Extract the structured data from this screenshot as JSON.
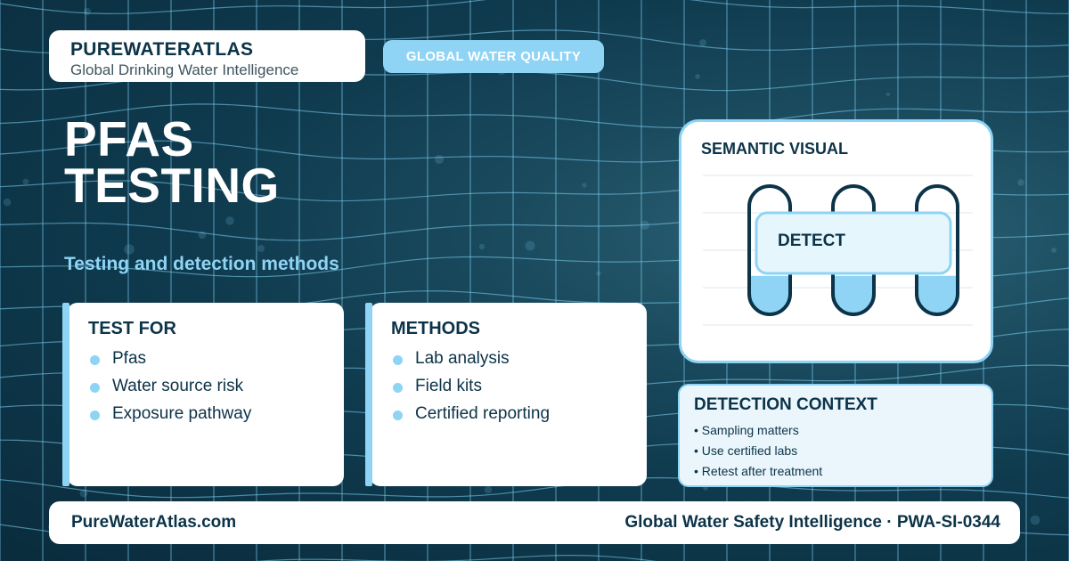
{
  "brand": {
    "name": "PUREWATERATLAS",
    "tagline": "Global Drinking Water Intelligence"
  },
  "badge": "GLOBAL WATER QUALITY",
  "hero": {
    "title_line1": "PFAS",
    "title_line2": "TESTING",
    "subtitle": "Testing and detection methods"
  },
  "cards": {
    "test_for": {
      "title": "TEST FOR",
      "items": [
        "Pfas",
        "Water source risk",
        "Exposure pathway"
      ]
    },
    "methods": {
      "title": "METHODS",
      "items": [
        "Lab analysis",
        "Field kits",
        "Certified reporting"
      ]
    }
  },
  "visual": {
    "title": "SEMANTIC VISUAL",
    "label": "DETECT",
    "fill_levels": [
      0.3,
      0.3,
      0.3
    ]
  },
  "context": {
    "title": "DETECTION CONTEXT",
    "items": [
      "• Sampling matters",
      "• Use certified labs",
      "• Retest after treatment"
    ]
  },
  "footer": {
    "site": "PureWaterAtlas.com",
    "tagline": "Global Water Safety Intelligence · PWA-SI-0344"
  },
  "colors": {
    "accent": "#8fd4f4",
    "navy": "#0c3348",
    "background": "#0f3a4e"
  }
}
